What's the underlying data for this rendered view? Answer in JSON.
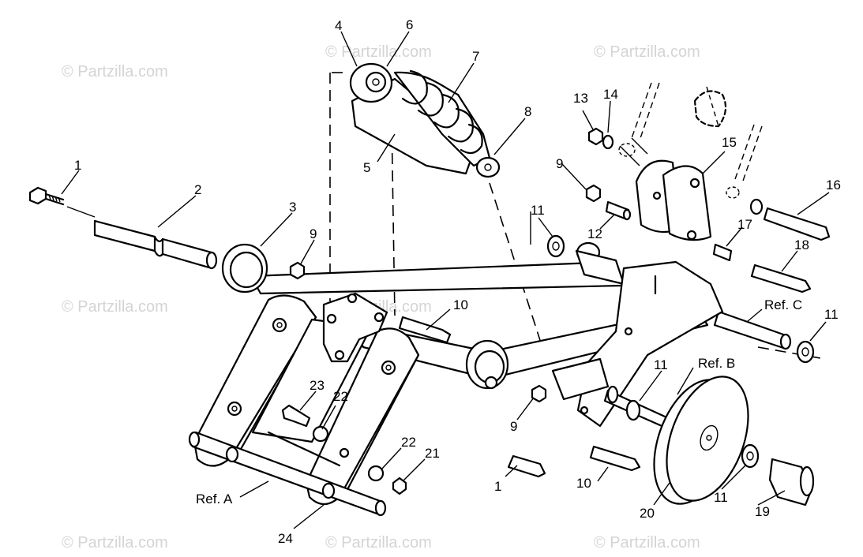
{
  "watermark_text": "© Partzilla.com",
  "callouts": {
    "c1a": "1",
    "c2": "2",
    "c3": "3",
    "c4": "4",
    "c5": "5",
    "c6": "6",
    "c7": "7",
    "c8": "8",
    "c9a": "9",
    "c9b": "9",
    "c9c": "9",
    "c10a": "10",
    "c10b": "10",
    "c11a": "11",
    "c11b": "11",
    "c11c": "11",
    "c11d": "11",
    "c12": "12",
    "c13": "13",
    "c14": "14",
    "c15": "15",
    "c16": "16",
    "c17": "17",
    "c18": "18",
    "c19": "19",
    "c20": "20",
    "c21": "21",
    "c22a": "22",
    "c22b": "22",
    "c23": "23",
    "c24": "24",
    "c1b": "1"
  },
  "refs": {
    "ref_a": "Ref. A",
    "ref_b": "Ref. B",
    "ref_c": "Ref. C"
  }
}
